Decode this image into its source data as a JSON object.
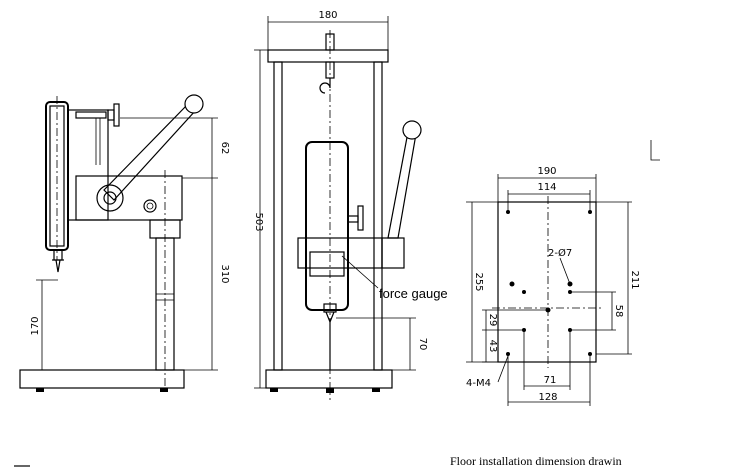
{
  "side_view": {
    "dim_top": "62",
    "dim_height": "310",
    "dim_base": "170"
  },
  "front_view": {
    "dim_width": "180",
    "dim_height": "503",
    "dim_bottom": "70",
    "callout": "force gauge"
  },
  "floor_plan": {
    "dim_outer_width": "190",
    "dim_inner_width": "114",
    "dim_outer_height": "211",
    "dim_inner_height": "255",
    "dim_right": "58",
    "dim_left_a": "29",
    "dim_left_b": "43",
    "dim_hole_spacing": "71",
    "dim_base_width": "128",
    "hole_label_top": "2-Ø7",
    "hole_label_bottom": "4-M4"
  },
  "caption": "Floor installation dimension drawin"
}
